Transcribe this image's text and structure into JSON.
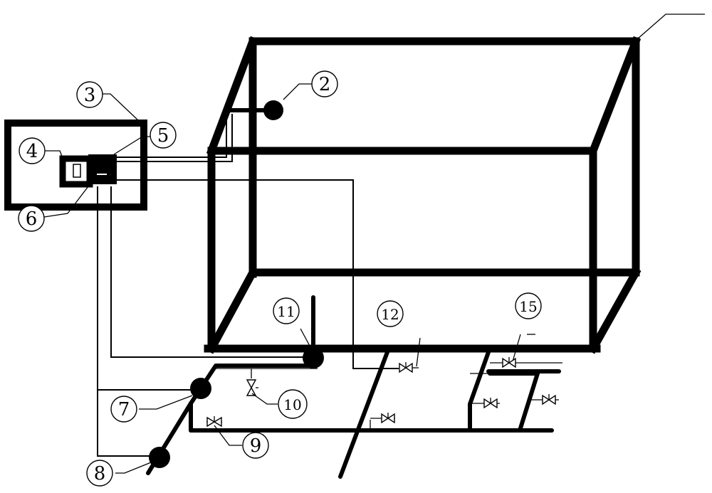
{
  "labels": {
    "l2": "2",
    "l3": "3",
    "l4": "4",
    "l5": "5",
    "l6": "6",
    "l7": "7",
    "l8": "8",
    "l9": "9",
    "l10": "10",
    "l11": "11",
    "l12": "12",
    "l15": "15"
  }
}
